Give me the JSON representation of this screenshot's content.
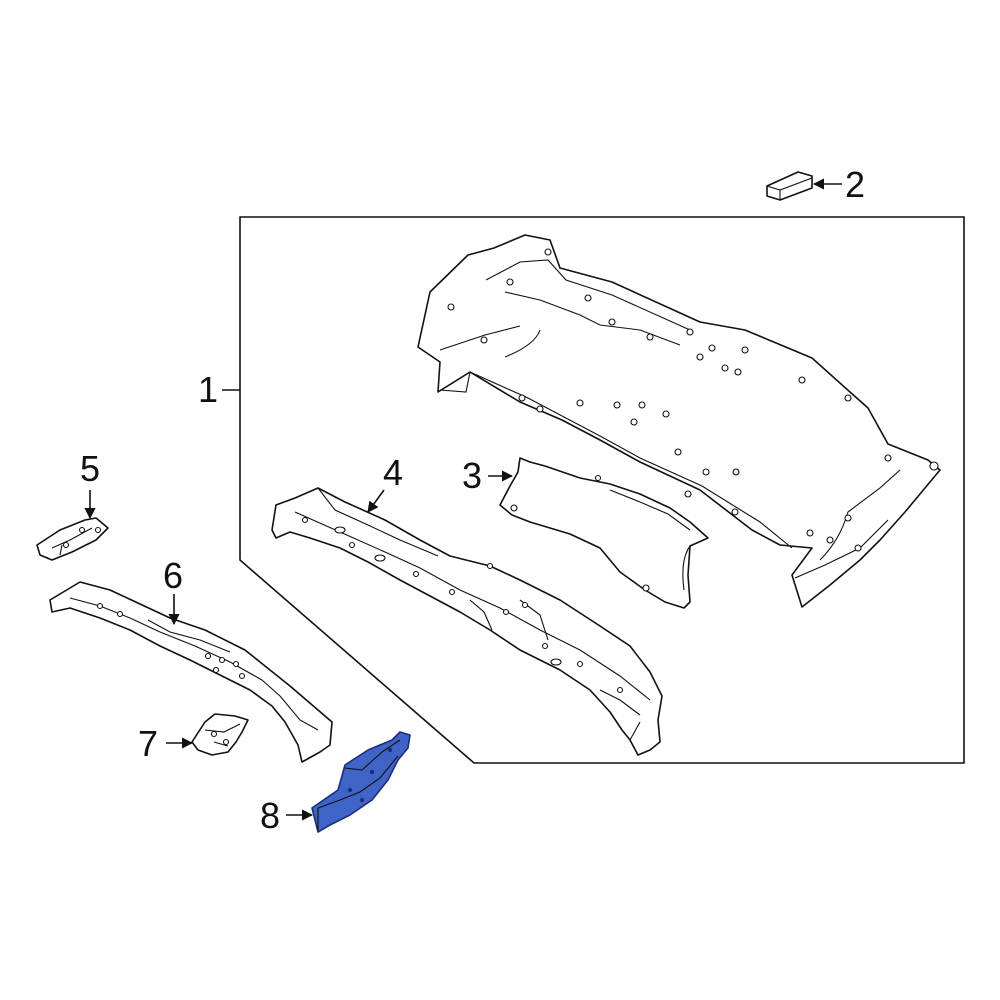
{
  "callouts": {
    "c1": "1",
    "c2": "2",
    "c3": "3",
    "c4": "4",
    "c5": "5",
    "c6": "6",
    "c7": "7",
    "c8": "8"
  },
  "colors": {
    "line": "#111111",
    "background": "#ffffff",
    "highlight_fill": "#3f63c7",
    "highlight_stroke": "#1c2f7a"
  },
  "highlighted_part": "8"
}
